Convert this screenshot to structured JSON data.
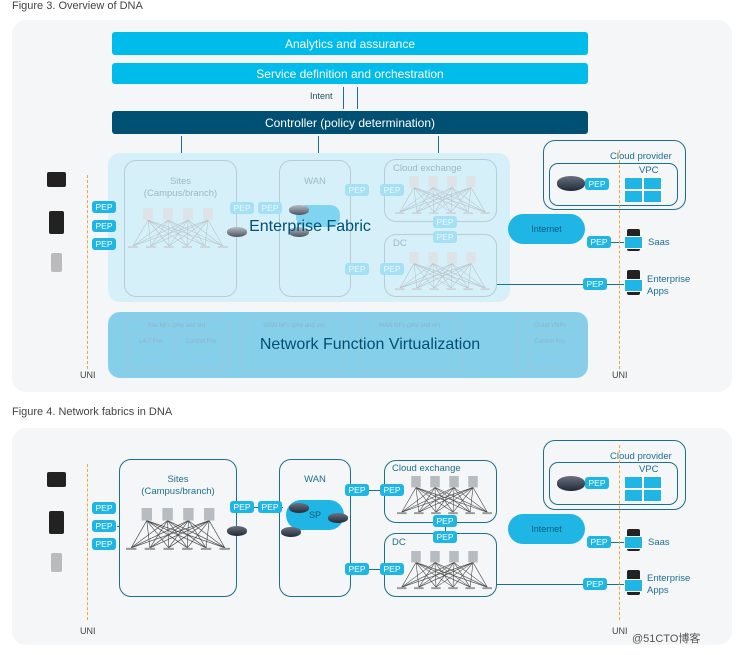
{
  "figure3": {
    "caption": "Figure 3.  Overview of DNA",
    "analytics": "Analytics and assurance",
    "service": "Service definition and orchestration",
    "intent": "Intent",
    "controller": "Controller (policy determination)",
    "sites": "Sites",
    "sites_sub": "(Campus/branch)",
    "wan": "WAN",
    "cloud_exchange": "Cloud exchange",
    "dc": "DC",
    "enterprise_fabric": "Enterprise Fabric",
    "nfv": "Network Function Virtualization",
    "nf_groups": [
      "Site NFs (phy and vir)",
      "WAN NFs (phy and vir)",
      "WAN NFs (phy and vir)",
      "Cloud VNFs"
    ],
    "nf_l47": "L4-7 Fns",
    "nf_control": "Control Fns",
    "cloud_provider": "Cloud provider",
    "vpc": "VPC",
    "internet": "Internet",
    "saas": "Saas",
    "enterprise_apps": [
      "Enterprise",
      "Apps"
    ],
    "uni": "UNI"
  },
  "figure4": {
    "caption": "Figure 4.  Network fabrics in DNA",
    "sites": "Sites",
    "sites_sub": "(Campus/branch)",
    "wan": "WAN",
    "sp": "SP",
    "cloud_exchange": "Cloud exchange",
    "dc": "DC",
    "cloud_provider": "Cloud provider",
    "vpc": "VPC",
    "internet": "Internet",
    "saas": "Saas",
    "enterprise_apps": [
      "Enterprise",
      "Apps"
    ],
    "uni": "UNI"
  },
  "labels": {
    "pep": "PEP"
  },
  "watermark": "@51CTO博客",
  "colors": {
    "accent": "#00bceb",
    "dark": "#005073",
    "outline": "#1d6f8f",
    "uni_line": "#f0a830"
  }
}
